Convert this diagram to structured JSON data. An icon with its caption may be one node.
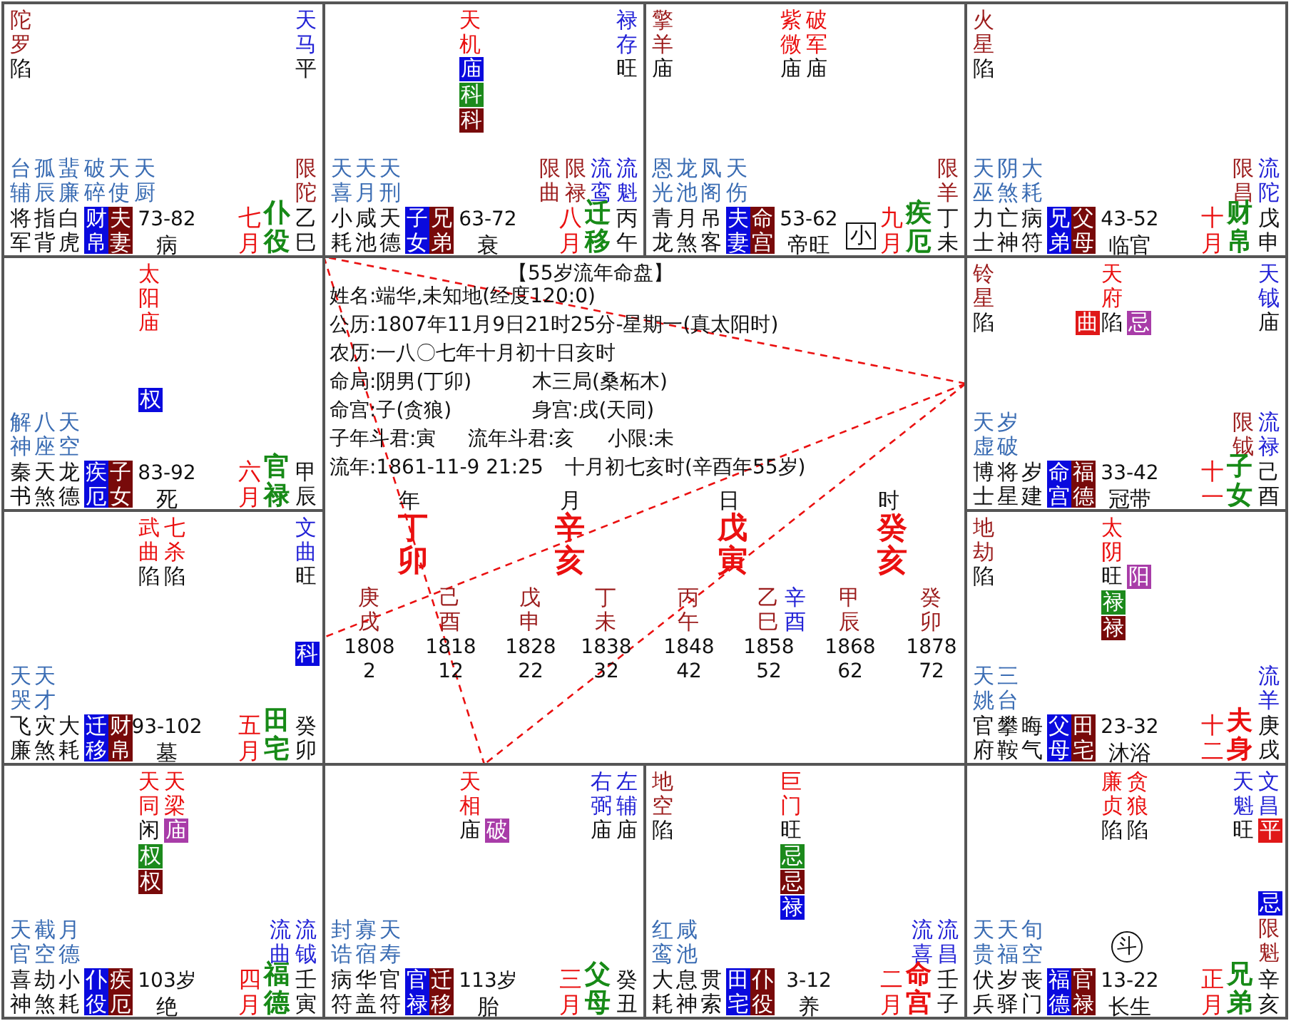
{
  "diagram": {
    "nodes": [
      {
        "text": [
          "陀罗",
          "陷",
          "天马",
          "平",
          "台辅",
          "孤辰",
          "蜚廉",
          "破碎",
          "天使",
          "天厨",
          "限陀",
          "将军",
          "指背",
          "白虎",
          "财帛",
          "夫妻",
          "73-82",
          "病",
          "七月",
          "仆役",
          "乙巳"
        ]
      },
      {
        "text": [
          "天机",
          "庙",
          "科",
          "科",
          "禄存",
          "旺",
          "天喜",
          "天月",
          "天刑",
          "限曲",
          "限禄",
          "流鸾",
          "流魁",
          "小耗",
          "咸池",
          "天德",
          "子女",
          "兄弟",
          "63-72",
          "衰",
          "八月",
          "迁移",
          "丙午"
        ]
      },
      {
        "text": [
          "擎羊",
          "庙",
          "紫微",
          "破军",
          "庙",
          "庙",
          "恩光",
          "龙池",
          "凤阁",
          "天伤",
          "限羊",
          "青龙",
          "月煞",
          "吊客",
          "夫妻",
          "命宫",
          "53-62",
          "帝旺",
          "小",
          "九月",
          "疾厄",
          "丁未"
        ]
      },
      {
        "text": [
          "火星",
          "陷",
          "天巫",
          "阴煞",
          "大耗",
          "限昌",
          "流陀",
          "力士",
          "亡神",
          "病符",
          "兄弟",
          "父母",
          "43-52",
          "临官",
          "十月",
          "财帛",
          "戊申"
        ]
      },
      {
        "text": [
          "太阳",
          "庙",
          "权",
          "解神",
          "八座",
          "天空",
          "秦书",
          "天煞",
          "龙德",
          "疾厄",
          "子女",
          "83-92",
          "死",
          "六月",
          "官禄",
          "甲辰"
        ]
      },
      {
        "text": [
          "铃星",
          "陷",
          "天府",
          "曲",
          "陷",
          "忌",
          "天钺",
          "庙",
          "天虚",
          "岁破",
          "限钺",
          "流禄",
          "博士",
          "将星",
          "岁建",
          "命宫",
          "福德",
          "33-42",
          "冠带",
          "十一",
          "子女",
          "己酉"
        ]
      },
      {
        "text": [
          "武曲",
          "七杀",
          "陷",
          "陷",
          "文曲",
          "旺",
          "科",
          "天哭",
          "天才",
          "飞廉",
          "灾煞",
          "大耗",
          "迁移",
          "财帛",
          "93-102",
          "墓",
          "五月",
          "田宅",
          "癸卯"
        ]
      },
      {
        "text": [
          "地劫",
          "陷",
          "太阴",
          "旺",
          "阳",
          "禄",
          "禄",
          "天姚",
          "三台",
          "流羊",
          "官府",
          "攀鞍",
          "晦气",
          "父母",
          "田宅",
          "23-32",
          "沐浴",
          "十二",
          "夫身",
          "庚戌"
        ]
      },
      {
        "text": [
          "天同",
          "天梁",
          "闲",
          "庙",
          "权",
          "权",
          "天官",
          "截空",
          "月德",
          "流曲",
          "流钺",
          "喜神",
          "劫煞",
          "小耗",
          "仆役",
          "疾厄",
          "103岁",
          "绝",
          "四月",
          "福德",
          "壬寅"
        ]
      },
      {
        "text": [
          "天相",
          "庙",
          "破",
          "右弼",
          "左辅",
          "庙",
          "庙",
          "封诰",
          "寡宿",
          "天寿",
          "病符",
          "华盖",
          "官符",
          "官禄",
          "迁移",
          "113岁",
          "胎",
          "三月",
          "父母",
          "癸丑"
        ]
      },
      {
        "text": [
          "地空",
          "陷",
          "巨门",
          "旺",
          "忌",
          "忌",
          "禄",
          "红鸾",
          "咸池",
          "流喜",
          "流昌",
          "大耗",
          "息神",
          "贯索",
          "田宅",
          "仆役",
          "3-12",
          "养",
          "二月",
          "命宫",
          "壬子"
        ]
      },
      {
        "text": [
          "廉贞",
          "贪狼",
          "陷",
          "陷",
          "天魁",
          "文昌",
          "旺",
          "平",
          "天贵",
          "天福",
          "旬空",
          "斗",
          "忌",
          "限魁",
          "伏兵",
          "岁驿",
          "丧门",
          "福德",
          "官禄",
          "13-22",
          "长生",
          "正月",
          "兄弟",
          "辛亥"
        ]
      }
    ],
    "edges": [
      {
        "from": 5,
        "to": 0,
        "arrow": "none",
        "style": "dashed"
      },
      {
        "from": 5,
        "to": 6,
        "arrow": "none",
        "style": "dashed"
      },
      {
        "from": 5,
        "to": 9,
        "arrow": "none",
        "style": "dashed"
      },
      {
        "from": 0,
        "to": 9,
        "arrow": "none",
        "style": "dashed"
      }
    ],
    "labels": [
      "【55岁流年命盘】",
      "姓名:端华,未知地(经度120:0)",
      "公历:1807年11月9日21时25分-星期一(真太阳时)",
      "农历:一八〇七年十月初十日亥时",
      "命局:阴男(丁卯)",
      "木三局(桑柘木)",
      "命宫:子(贪狼)",
      "身宫:戌(天同)",
      "子年斗君:寅",
      "流年斗君:亥",
      "小限:未",
      "流年:1861-11-9 21:25",
      "十月初七亥时(辛酉年55岁)",
      "年",
      "月",
      "日",
      "时",
      "丁卯",
      "辛亥",
      "戊寅",
      "癸亥",
      "庚戌",
      "己酉",
      "戊申",
      "丁未",
      "丙午",
      "乙巳",
      "辛酉",
      "甲辰",
      "癸卯",
      "1808",
      "1818",
      "1828",
      "1838",
      "1848",
      "1858",
      "1868",
      "1878",
      "2",
      "12",
      "22",
      "32",
      "42",
      "52",
      "62",
      "72"
    ]
  }
}
